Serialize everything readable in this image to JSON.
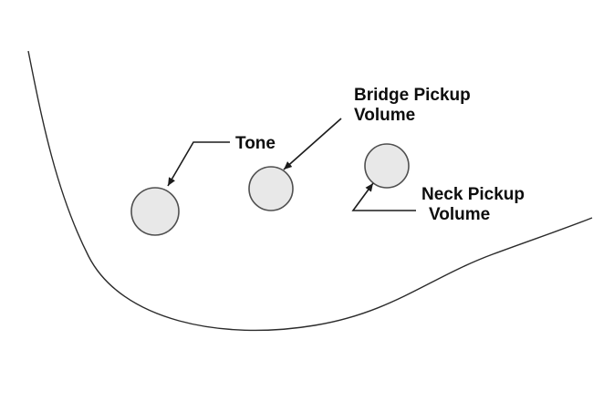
{
  "diagram": {
    "type": "guitar-controls-diagram",
    "labels": {
      "tone": "Tone",
      "bridge_pickup_volume": {
        "line1": "Bridge Pickup",
        "line2": "Volume"
      },
      "neck_pickup_volume": {
        "line1": "Neck Pickup",
        "line2": "Volume"
      }
    },
    "knobs": [
      {
        "name": "tone-knob"
      },
      {
        "name": "bridge-pickup-volume-knob"
      },
      {
        "name": "neck-pickup-volume-knob"
      }
    ],
    "colors": {
      "background": "#ffffff",
      "knob_fill": "#e8e8e8",
      "knob_stroke": "#4f4f4f",
      "line": "#1c1c1c",
      "text": "#0d0d0d"
    }
  }
}
